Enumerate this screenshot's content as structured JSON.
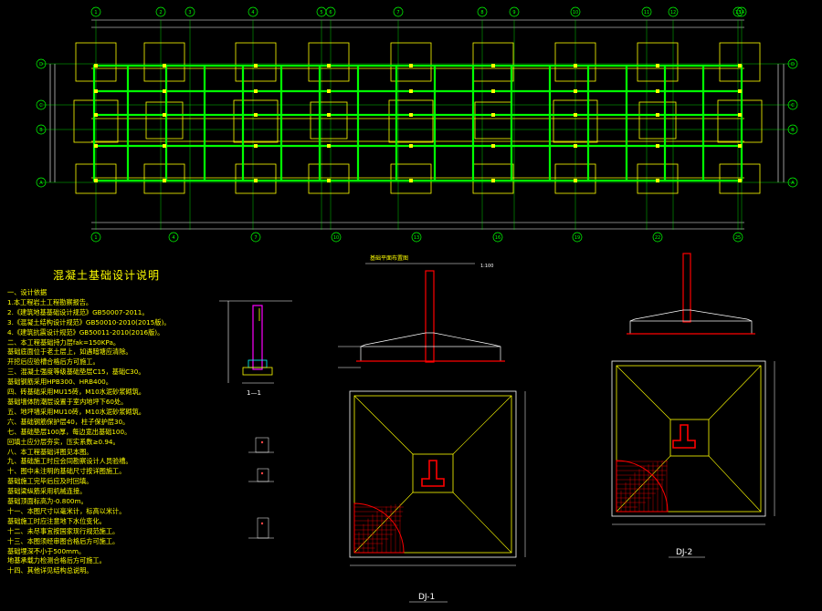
{
  "colors": {
    "background": "#000000",
    "wall": "#00ff00",
    "outline": "#ffff00",
    "column": "#ff0000",
    "dimension": "#ffffff",
    "text": "#ffff00",
    "accent": "#ff00ff"
  },
  "notes": {
    "title": "混凝土基础设计说明",
    "lines": [
      "一、设计依据",
      "    1.本工程岩土工程勘察报告。",
      "    2.《建筑地基基础设计规范》GB50007-2011。",
      "    3.《混凝土结构设计规范》GB50010-2010(2015版)。",
      "    4.《建筑抗震设计规范》GB50011-2010(2016版)。",
      "二、本工程基础持力层fak=150KPa。",
      "    基础底面位于老土层上，如遇暗塘应清除。",
      "    开挖后应验槽合格后方可施工。",
      "三、混凝土强度等级基础垫层C15，基础C30。",
      "    基础钢筋采用HPB300、HRB400。",
      "四、砖基础采用MU15砖，M10水泥砂浆砌筑。",
      "    基础墙体防潮层设置于室内地坪下60处。",
      "五、地坪墙采用MU10砖，M10水泥砂浆砌筑。",
      "六、基础钢筋保护层40，柱子保护层30。",
      "七、基础垫层100厚，每边宽出基础100。",
      "    回填土应分层夯实，压实系数≥0.94。",
      "八、本工程基础详图见本图。",
      "九、基础施工时应会同勘察设计人员验槽。",
      "十、图中未注明的基础尺寸按详图施工。",
      "    基础施工完毕后应及时回填。",
      "    基础梁纵筋采用机械连接。",
      "    基础顶面标高为-0.800m。",
      "十一、本图尺寸以毫米计，标高以米计。",
      "    基础施工时应注意地下水位变化。",
      "十二、未尽事宜按国家现行规范施工。",
      "十三、本图须经审图合格后方可施工。",
      "    基础埋深不小于500mm。",
      "    地基承载力检测合格后方可施工。",
      "十四、其他详见结构总说明。"
    ]
  },
  "plan": {
    "axes_top": [
      "1",
      "2",
      "3",
      "4",
      "5",
      "6",
      "7",
      "8",
      "9",
      "10",
      "11",
      "12",
      "13",
      "14"
    ],
    "axes_bottom": [
      "1",
      "4",
      "7",
      "10",
      "13",
      "16",
      "19",
      "22",
      "25"
    ],
    "axes_left": [
      "D",
      "C",
      "B",
      "A"
    ],
    "axes_right": [
      "D",
      "C",
      "B",
      "A"
    ]
  },
  "details": {
    "section_1_1": "1—1",
    "section_title": "基础平面布置图",
    "scale": "1:100",
    "dj1": "DJ-1",
    "dj2": "DJ-2"
  }
}
